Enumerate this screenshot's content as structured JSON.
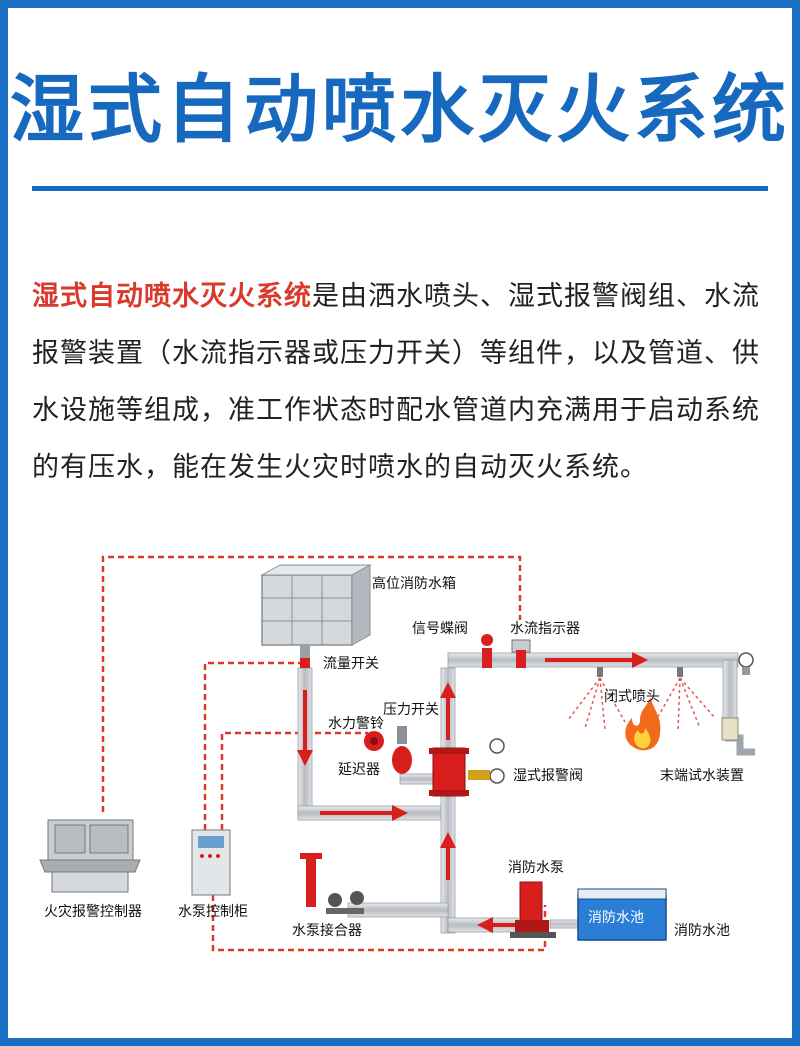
{
  "title": "湿式自动喷水灭火系统",
  "description": {
    "highlight": "湿式自动喷水灭火系统",
    "text": "是由洒水喷头、湿式报警阀组、水流报警装置（水流指示器或压力开关）等组件，以及管道、供水设施等组成，准工作状态时配水管道内充满用于启动系统的有压水，能在发生火灾时喷水的自动灭火系统。"
  },
  "diagram": {
    "labels": {
      "tank": "高位消防水箱",
      "signal_valve": "信号蝶阀",
      "flow_indicator": "水流指示器",
      "flow_switch": "流量开关",
      "pressure_switch": "压力开关",
      "water_gong": "水力警铃",
      "sprinkler": "闭式喷头",
      "delay": "延迟器",
      "alarm_valve": "湿式报警阀",
      "test_device": "末端试水装置",
      "pump": "消防水泵",
      "fire_panel": "火灾报警控制器",
      "pump_cabinet": "水泵控制柜",
      "pump_adapter": "水泵接合器",
      "pool_inner": "消防水池",
      "pool": "消防水池"
    },
    "colors": {
      "pipe": "#c8ccd1",
      "flow": "#d91e1e",
      "signal": "#d93a2b",
      "accent": "#1769bf"
    }
  }
}
